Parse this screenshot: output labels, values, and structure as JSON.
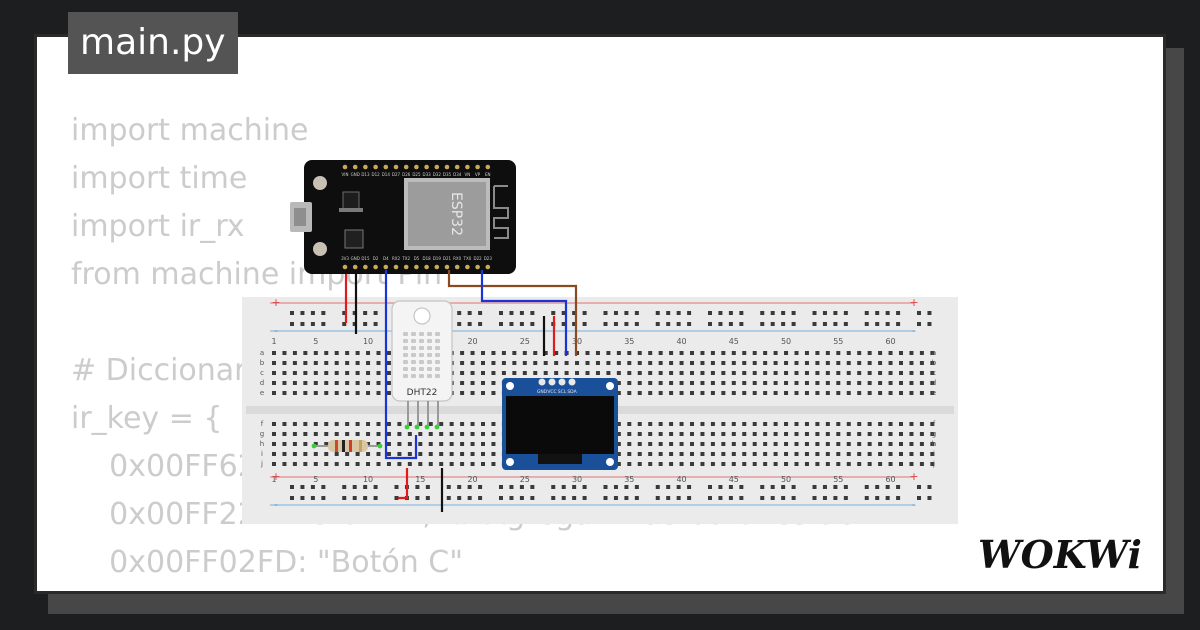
{
  "tab": {
    "filename": "main.py"
  },
  "code_lines": [
    "import machine",
    "import time",
    "import ir_rx",
    "from machine import Pin",
    "",
    "# Diccionario de códigos de botones del control remoto",
    "ir_key = {",
    "    0x00FF62: \"Botón A\",  # Botón A con etiqueta asociada",
    "    0x00FF22: \"Botón B\",  # Agregar más botones de",
    "    0x00FF02FD: \"Botón C\"",
    "}"
  ],
  "circuit": {
    "mcu_label": "ESP32",
    "sensor_label": "DHT22",
    "oled_pins": [
      "GND",
      "VCC",
      "SCL",
      "SDA"
    ],
    "esp_top_pins": [
      "VIN",
      "GND",
      "D13",
      "D12",
      "D14",
      "D27",
      "D26",
      "D25",
      "D33",
      "D32",
      "D35",
      "D34",
      "VN",
      "VP",
      "EN"
    ],
    "esp_bottom_pins": [
      "3V3",
      "GND",
      "D15",
      "D2",
      "D4",
      "RX2",
      "TX2",
      "D5",
      "D18",
      "D19",
      "D21",
      "RX0",
      "TX0",
      "D22",
      "D23"
    ],
    "breadboard_numbers": [
      "1",
      "5",
      "10",
      "15",
      "20",
      "25",
      "30",
      "35",
      "40",
      "45",
      "50",
      "55",
      "60"
    ],
    "row_letters_top": [
      "a",
      "b",
      "c",
      "d",
      "e"
    ],
    "row_letters_bottom": [
      "f",
      "g",
      "h",
      "i",
      "j"
    ],
    "rail_plus": "+",
    "rail_minus": "-"
  },
  "logo": {
    "text": "WOKWi"
  }
}
